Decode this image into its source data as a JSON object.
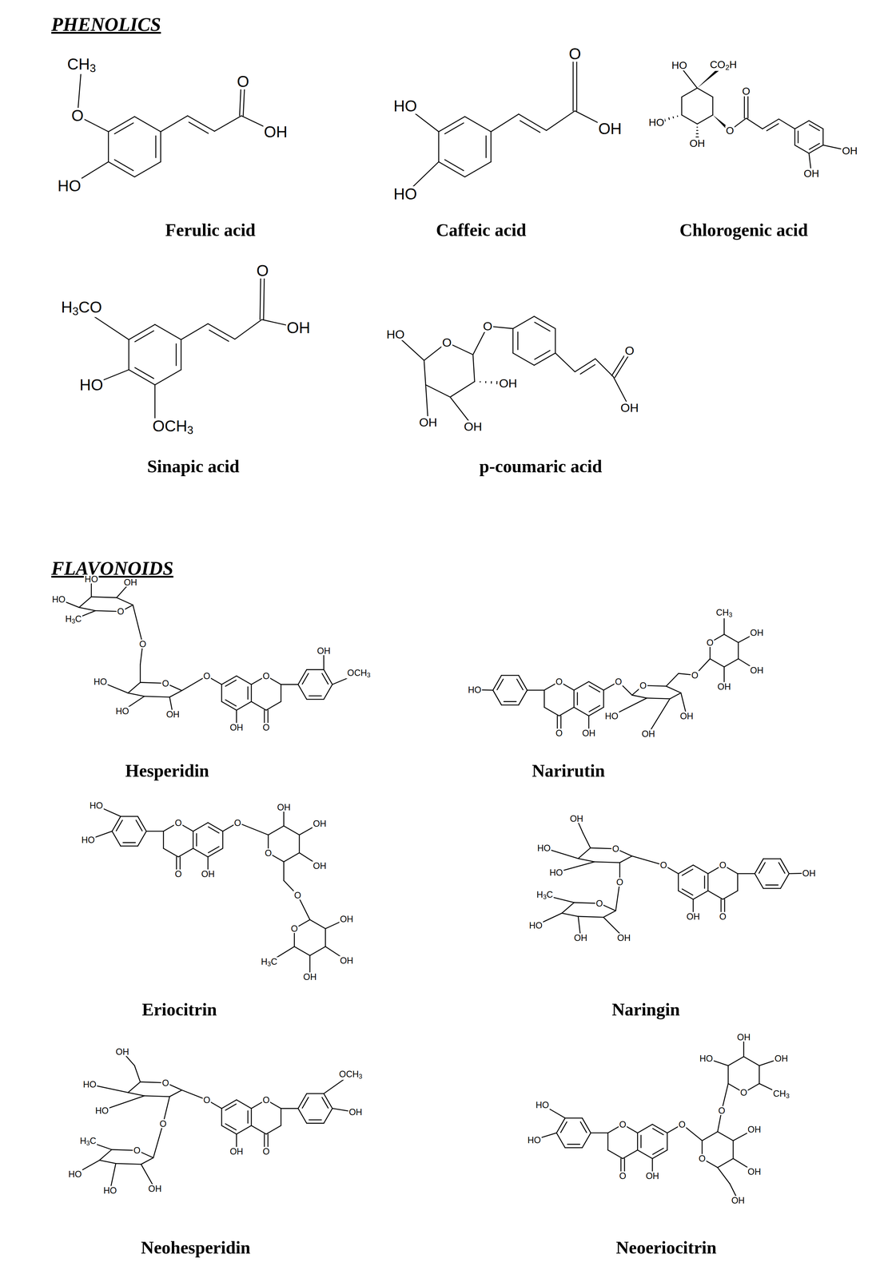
{
  "diagram": {
    "labels": [
      "PHENOLICS",
      "CH3",
      "O",
      "HO",
      "O",
      "OH",
      "Ferulic acid",
      "HO",
      "HO",
      "O",
      "OH",
      "Caffeic acid",
      "HO",
      "CO2H",
      "HO",
      "OH",
      "O",
      "O",
      "OH",
      "OH",
      "Chlorogenic acid",
      "H3CO",
      "HO",
      "OCH3",
      "O",
      "OH",
      "Sinapic acid",
      "HO",
      "O",
      "O",
      "OH",
      "OH",
      "OH",
      "O",
      "OH",
      "p-coumaric acid",
      "FLAVONOIDS",
      "HO",
      "HO",
      "OH",
      "H3C",
      "O",
      "O",
      "HO",
      "HO",
      "O",
      "OH",
      "O",
      "O",
      "O",
      "OH",
      "OH",
      "OCH3",
      "Hesperidin",
      "HO",
      "O",
      "O",
      "OH",
      "O",
      "O",
      "HO",
      "OH",
      "OH",
      "O",
      "CH3",
      "O",
      "OH",
      "OH",
      "OH",
      "Narirutin",
      "HO",
      "HO",
      "O",
      "O",
      "OH",
      "O",
      "O",
      "OH",
      "OH",
      "OH",
      "O",
      "O",
      "H3C",
      "OH",
      "OH",
      "OH",
      "Eriocitrin",
      "OH",
      "HO",
      "HO",
      "O",
      "O",
      "H3C",
      "O",
      "HO",
      "OH",
      "OH",
      "O",
      "O",
      "O",
      "OH",
      "OH",
      "Naringin",
      "OH",
      "HO",
      "HO",
      "O",
      "O",
      "H3C",
      "O",
      "HO",
      "HO",
      "OH",
      "O",
      "O",
      "O",
      "OH",
      "OCH3",
      "OH",
      "Neohesperidin",
      "HO",
      "HO",
      "O",
      "O",
      "OH",
      "O",
      "O",
      "HO",
      "OH",
      "OH",
      "CH3",
      "O",
      "O",
      "OH",
      "OH",
      "OH",
      "Neoeriocitrin"
    ]
  }
}
